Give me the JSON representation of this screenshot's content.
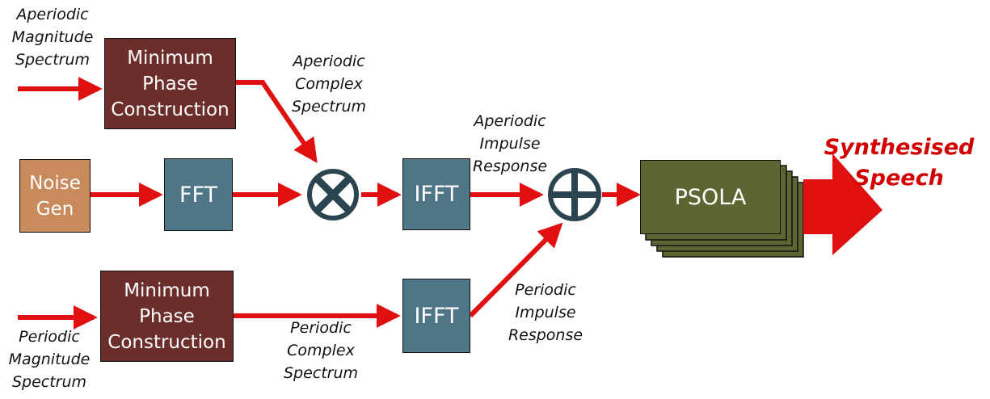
{
  "inputs": {
    "aperiodic_magnitude": [
      "Aperiodic",
      "Magnitude",
      "Spectrum"
    ],
    "periodic_magnitude": [
      "Periodic",
      "Magnitude",
      "Spectrum"
    ]
  },
  "blocks": {
    "min_phase_top": [
      "Minimum",
      "Phase",
      "Construction"
    ],
    "min_phase_bottom": [
      "Minimum",
      "Phase",
      "Construction"
    ],
    "noise_gen": [
      "Noise",
      "Gen"
    ],
    "fft": "FFT",
    "ifft_top": "IFFT",
    "ifft_bottom": "IFFT",
    "psola": "PSOLA"
  },
  "signals": {
    "aperiodic_complex": [
      "Aperiodic",
      "Complex",
      "Spectrum"
    ],
    "aperiodic_impulse": [
      "Aperiodic",
      "Impulse",
      "Response"
    ],
    "periodic_complex": [
      "Periodic",
      "Complex",
      "Spectrum"
    ],
    "periodic_impulse": [
      "Periodic",
      "Impulse",
      "Response"
    ]
  },
  "output": [
    "Synthesised",
    "Speech"
  ],
  "colors": {
    "arrow": "#e01010",
    "block_brown": "#6b2e2a",
    "block_noise": "#c98a5c",
    "block_blue": "#4f7686",
    "block_olive": "#5e6532",
    "operator_stroke": "#2a4550",
    "output_text": "#d20000"
  },
  "operators": {
    "multiply": "multiply-icon",
    "add": "plus-icon"
  }
}
